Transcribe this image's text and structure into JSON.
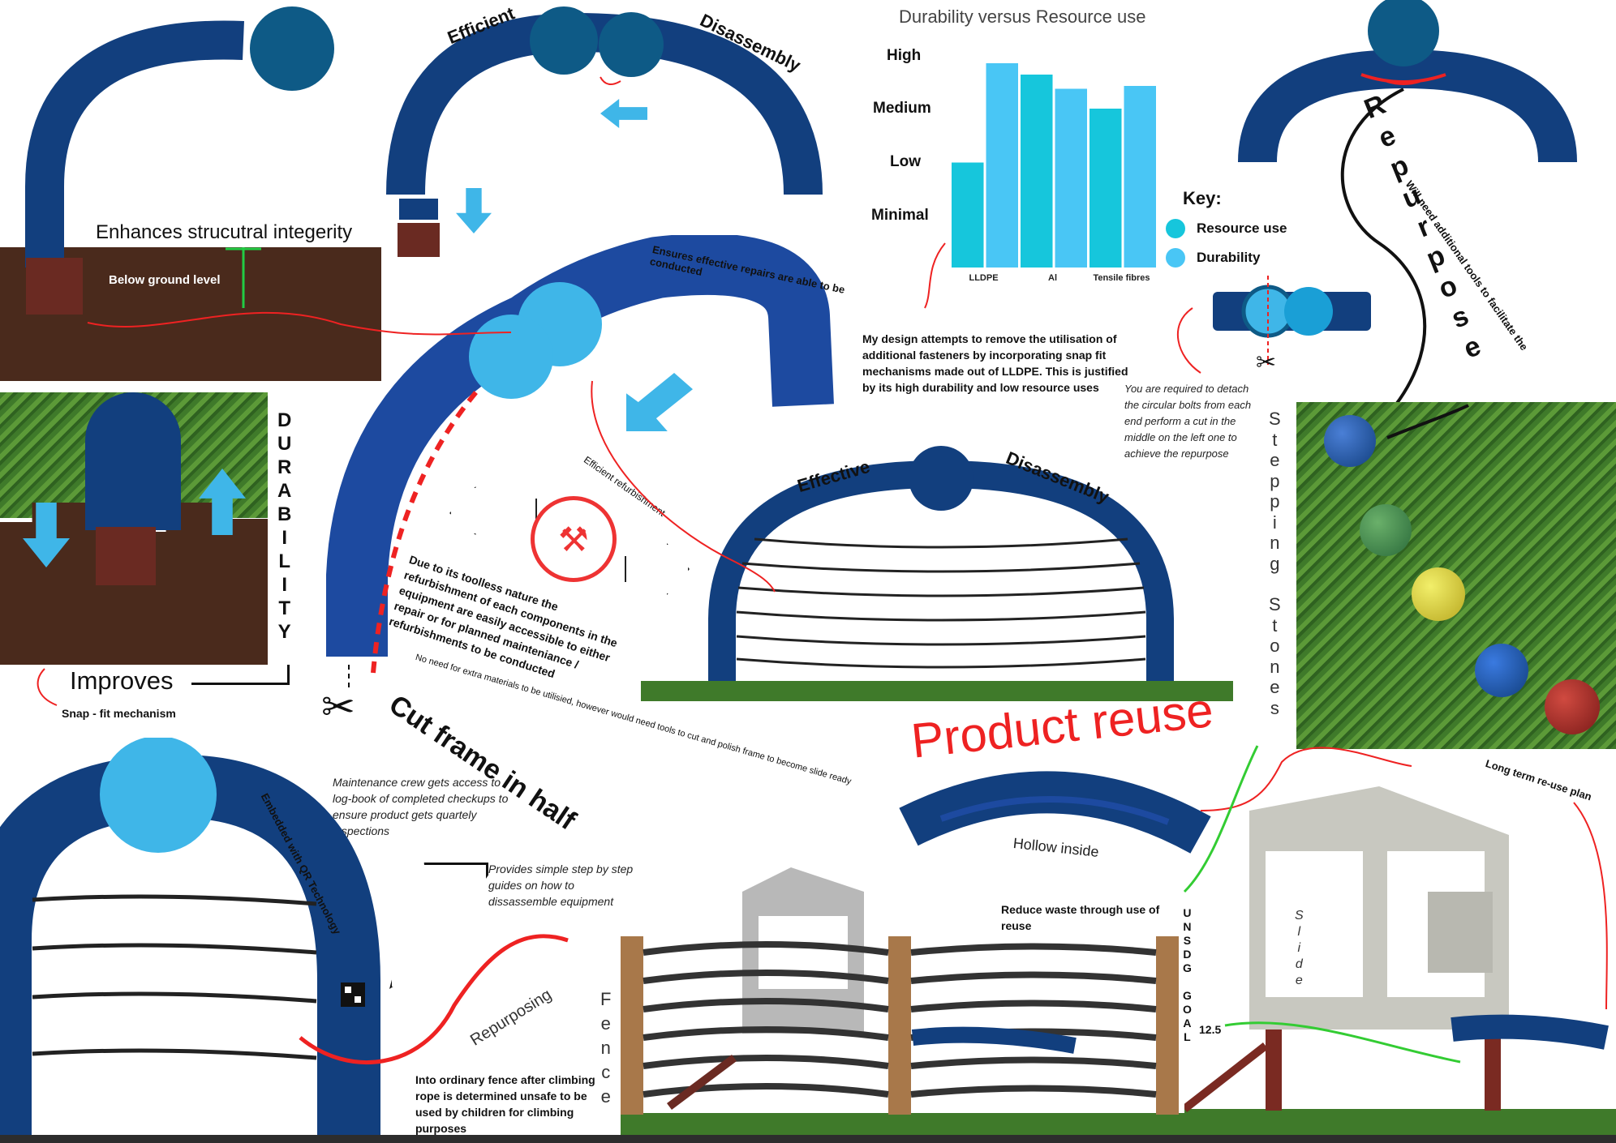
{
  "colors": {
    "frame_blue": "#123f7e",
    "ball_blue": "#3fb6e8",
    "connector_dark": "#0e5a86",
    "soil": "#4a2a1c",
    "base_red": "#6a2a22",
    "annotation_red": "#ee2222",
    "sdg_green": "#33cc33",
    "resource_use_color": "#16c6dc",
    "durability_color": "#49c6f5"
  },
  "labels": {
    "efficient": "Efficient",
    "disassembly_top": "Disassembly",
    "effective": "Effective",
    "disassembly_mid": "Disassembly",
    "enhances": "Enhances strucutral integerity",
    "below_ground": "Below ground level",
    "durability_letters": [
      "D",
      "U",
      "R",
      "A",
      "B",
      "I",
      "L",
      "I",
      "T",
      "Y"
    ],
    "improves": "Improves",
    "snap_fit": "Snap - fit mechanism",
    "repair_arc": "Ensures effective repairs are able to be conducted",
    "efficient_refurb": "Efficient refurbishment",
    "toolless": "Due to its toolless nature the refurbishment of each components in the equipment are easily accessible to either repair or for planned mainteniance / refurbishments to be conducted",
    "no_need": "No need for extra materials to be utilisied, however would need tools to cut and polish frame to become slide ready",
    "cut_frame": "Cut frame in half",
    "maintenance": "Maintenance crew gets access to log-book of completed checkups to ensure product gets quartely inspections",
    "qr": "Embedded with QR Technology",
    "step_guides": "Provides simple step by step guides on how to dissassemble equipment",
    "repurposing": "Repurposing",
    "fence_letters": [
      "F",
      "e",
      "n",
      "c",
      "e"
    ],
    "fence_note": "Into ordinary fence after climbing rope is determined unsafe to be used by children for climbing purposes",
    "product_reuse": "Product reuse",
    "hollow": "Hollow inside",
    "reduce_waste": "Reduce waste through use of reuse",
    "sdg_letters": [
      "U",
      "N",
      "S",
      "D",
      "G",
      "",
      "G",
      "O",
      "A",
      "L"
    ],
    "sdg_number": "12.5",
    "design_note": "My design attempts to remove the utilisation of additional fasteners by incorporating snap fit mechanisms made out of LLDPE. This is justified by its high durability and low resource uses",
    "detach_note": "You are required to detach the circular bolts from each end perform a cut in the middle on the left one to achieve the repurpose",
    "repurpose_letters": [
      "R",
      "e",
      "p",
      "u",
      "r",
      "p",
      "o",
      "s",
      "e"
    ],
    "will_need": "Will need additional tools to facilitate the",
    "stepping_letters": [
      "S",
      "t",
      "e",
      "p",
      "p",
      "i",
      "n",
      "g",
      "",
      "S",
      "t",
      "o",
      "n",
      "e",
      "s"
    ],
    "long_term": "Long term re-use plan",
    "slide_letters": [
      "S",
      "l",
      "i",
      "d",
      "e"
    ]
  },
  "chart_data": {
    "type": "bar",
    "title": "Durability versus Resource use",
    "xlabel": "",
    "ylabel": "",
    "y_tick_labels": [
      "High",
      "Medium",
      "Low",
      "Minimal"
    ],
    "categories": [
      "LLDPE",
      "Al",
      "Tensile fibres"
    ],
    "legend_title": "Key:",
    "legend_position": "right",
    "ylim": [
      0,
      4
    ],
    "series": [
      {
        "name": "Resource use",
        "values": [
          1.85,
          3.4,
          2.8
        ]
      },
      {
        "name": "Durability",
        "values": [
          3.6,
          3.15,
          3.2
        ]
      }
    ],
    "grid": false
  }
}
